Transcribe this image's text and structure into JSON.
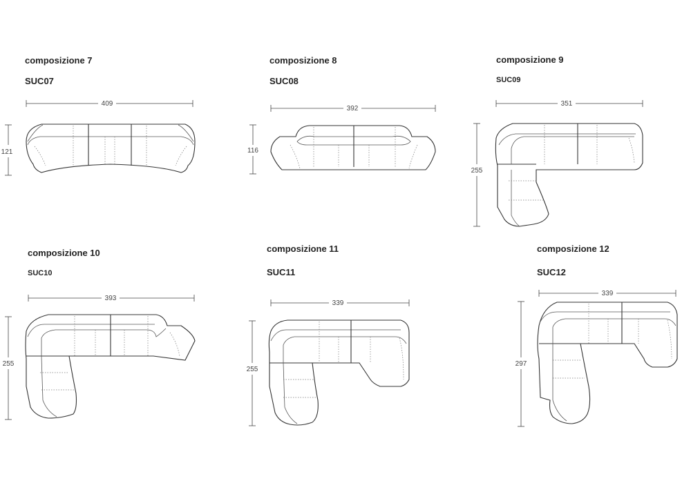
{
  "compositions": [
    {
      "title": "composizione 7",
      "code": "SUC07",
      "width": "409",
      "depth": "121"
    },
    {
      "title": "composizione 8",
      "code": "SUC08",
      "width": "392",
      "depth": "116"
    },
    {
      "title": "composizione 9",
      "code": "SUC09",
      "width": "351",
      "depth": "255"
    },
    {
      "title": "composizione 10",
      "code": "SUC10",
      "width": "393",
      "depth": "255"
    },
    {
      "title": "composizione 11",
      "code": "SUC11",
      "width": "339",
      "depth": "255"
    },
    {
      "title": "composizione 12",
      "code": "SUC12",
      "width": "339",
      "depth": "297"
    }
  ]
}
